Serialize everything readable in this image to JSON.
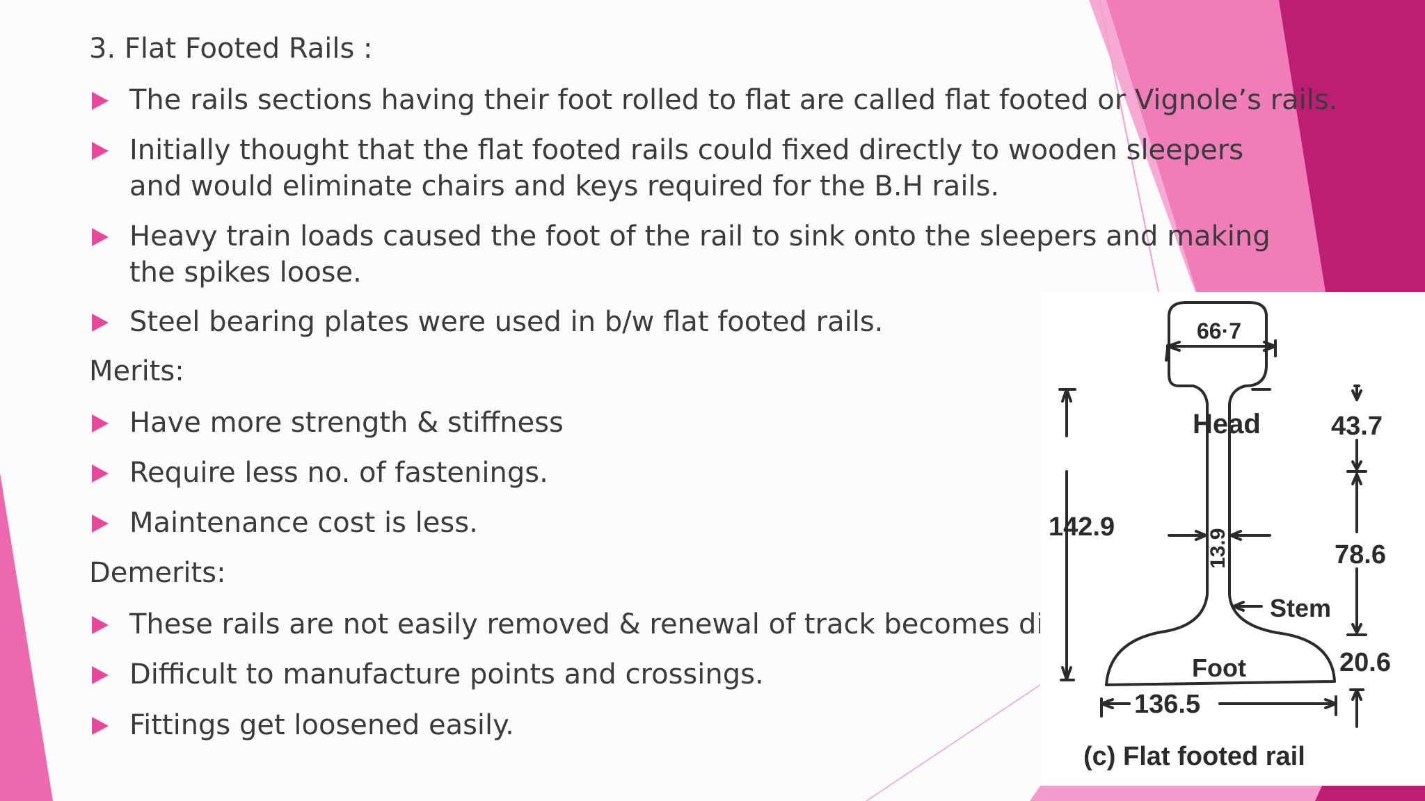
{
  "slide": {
    "heading": "3. Flat Footed Rails :",
    "intro_bullets": [
      "The rails sections having their foot rolled to flat are called flat footed or Vignole’s rails.",
      "Initially thought that the flat footed rails could fixed directly to wooden sleepers and would eliminate chairs and keys required for the B.H rails.",
      "Heavy train loads caused the foot of the rail to sink onto the sleepers and making the spikes loose.",
      "Steel bearing plates were used in b/w flat footed rails."
    ],
    "merits_heading": "Merits:",
    "merits": [
      "Have more strength & stiffness",
      "Require less no. of fastenings.",
      "Maintenance cost is less."
    ],
    "demerits_heading": "Demerits:",
    "demerits": [
      "These rails are not easily removed & renewal of track becomes difficult.",
      "Difficult to manufacture points and crossings.",
      "Fittings get loosened easily."
    ]
  },
  "figure": {
    "caption": "(c) Flat footed rail",
    "labels": {
      "head": "Head",
      "stem": "Stem",
      "foot": "Foot"
    },
    "dimensions": {
      "head_width": "66·7",
      "total_height": "142.9",
      "head_depth": "43.7",
      "stem_height": "78.6",
      "foot_depth": "20.6",
      "foot_width": "136.5",
      "stem_thickness": "13.9"
    }
  },
  "colors": {
    "accent": "#e8479a",
    "magenta_dark": "#bd1e74",
    "pink_light": "#f6a9d2",
    "text": "#3b3b3b"
  }
}
